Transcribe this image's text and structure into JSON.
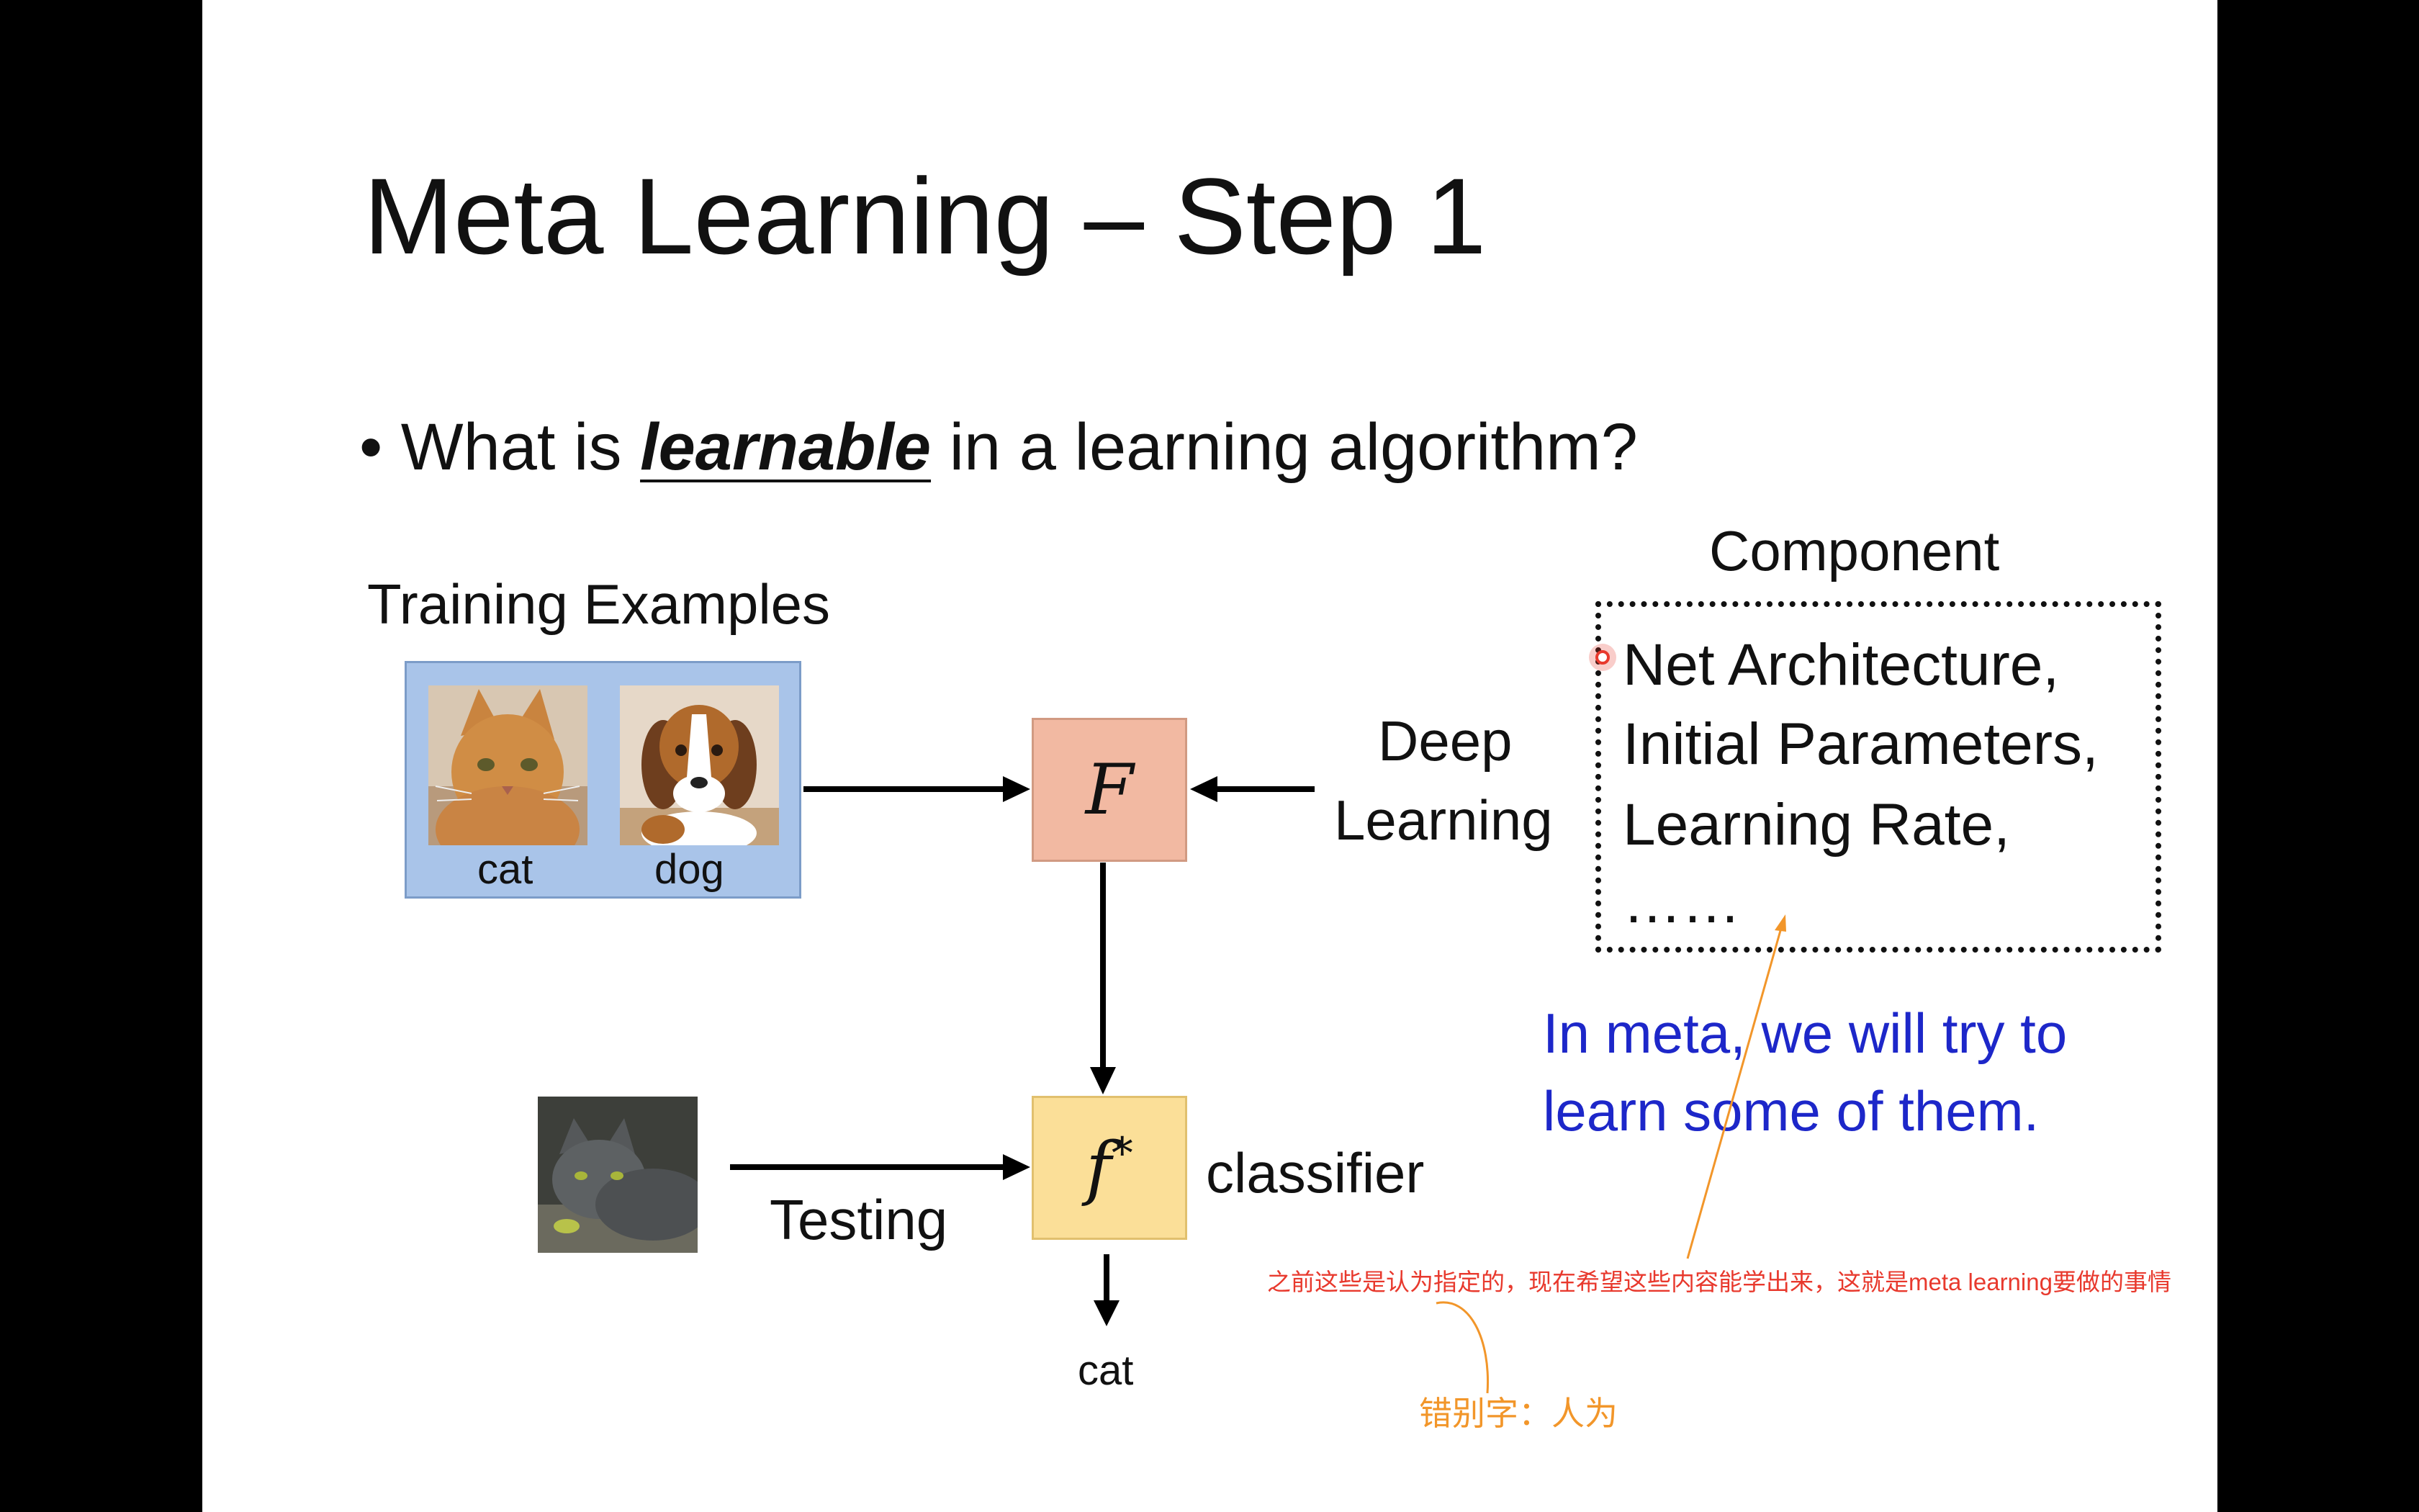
{
  "slide": {
    "title": "Meta Learning – Step 1",
    "bullet": {
      "prefix": "• What is ",
      "emphasis": "learnable",
      "suffix": " in a learning algorithm?"
    },
    "training_examples_label": "Training Examples",
    "image_labels": [
      "cat",
      "dog"
    ],
    "box_F": "F",
    "box_fstar": "f",
    "box_fstar_sup": "*",
    "deep_learning": [
      "Deep",
      "Learning"
    ],
    "component_title": "Component",
    "components": [
      "Net Architecture,",
      "Initial Parameters,",
      "Learning Rate,",
      "……"
    ],
    "meta_note": [
      "In meta, we will try to",
      "learn some of them."
    ],
    "testing_label": "Testing",
    "classifier_label": "classifier",
    "output_label": "cat"
  },
  "annotations": {
    "note_red": "之前这些是认为指定的，现在希望这些内容能学出来，这就是meta learning要做的事情",
    "note_orange": "错别字：人为",
    "colors": {
      "red": "#e8392d",
      "orange": "#f2962a",
      "meta_blue": "#1d27c9"
    }
  },
  "icons": [
    "cat-photo",
    "dog-photo",
    "test-cat-photo",
    "cursor-dot-icon"
  ]
}
